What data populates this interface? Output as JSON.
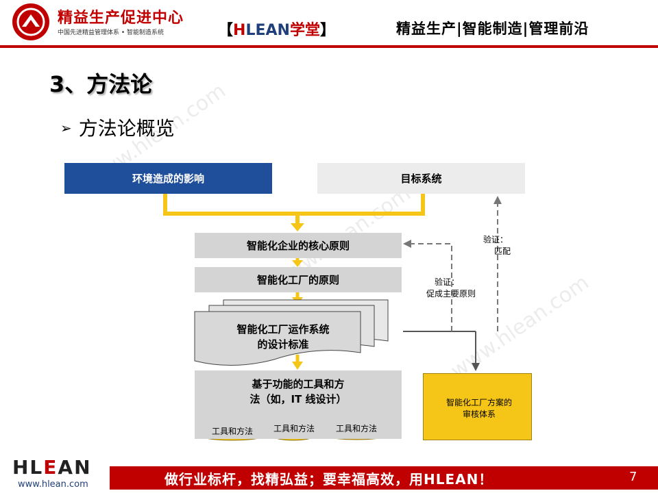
{
  "header": {
    "logo_title": "精益生产促进中心",
    "logo_subtitle": "中国先进精益管理体系 • 智能制造系统",
    "brand_open": "【",
    "brand_h": "H",
    "brand_lean": "LEAN",
    "brand_xt": "学堂",
    "brand_close": "】",
    "right_title": "精益生产|智能制造|管理前沿"
  },
  "slide": {
    "title": "3、方法论",
    "subtitle": "方法论概览",
    "bullet": "➢"
  },
  "watermark": "www.hlean.com",
  "diagram": {
    "env_box": "环境造成的影响",
    "target_box": "目标系统",
    "core_principles": "智能化企业的核心原则",
    "factory_principles": "智能化工厂的原则",
    "design_line1": "智能化工厂运作系统",
    "design_line2": "的设计标准",
    "tools_line1": "基于功能的工具和方",
    "tools_line2": "法（如，IT 线设计）",
    "cylinders": [
      "工具和方法",
      "工具和方法",
      "工具和方法"
    ],
    "verify_match_line1": "验证：",
    "verify_match_line2": "匹配",
    "verify_promote_line1": "验证：",
    "verify_promote_line2": "促成主要原则",
    "review_line1": "智能化工厂方案的",
    "review_line2": "审核体系"
  },
  "footer": {
    "slogan": "做行业标杆，找精弘益；要幸福高效，用HLEAN！",
    "page_number": "7",
    "logo_text_h": "HL",
    "logo_text_e": "E",
    "logo_text_an": "AN",
    "url": "www.hlean.com"
  },
  "colors": {
    "brand_red": "#c00000",
    "env_blue": "#1f4e9a",
    "arrow_yellow": "#f5c518",
    "box_gray": "#d4d4d4"
  }
}
